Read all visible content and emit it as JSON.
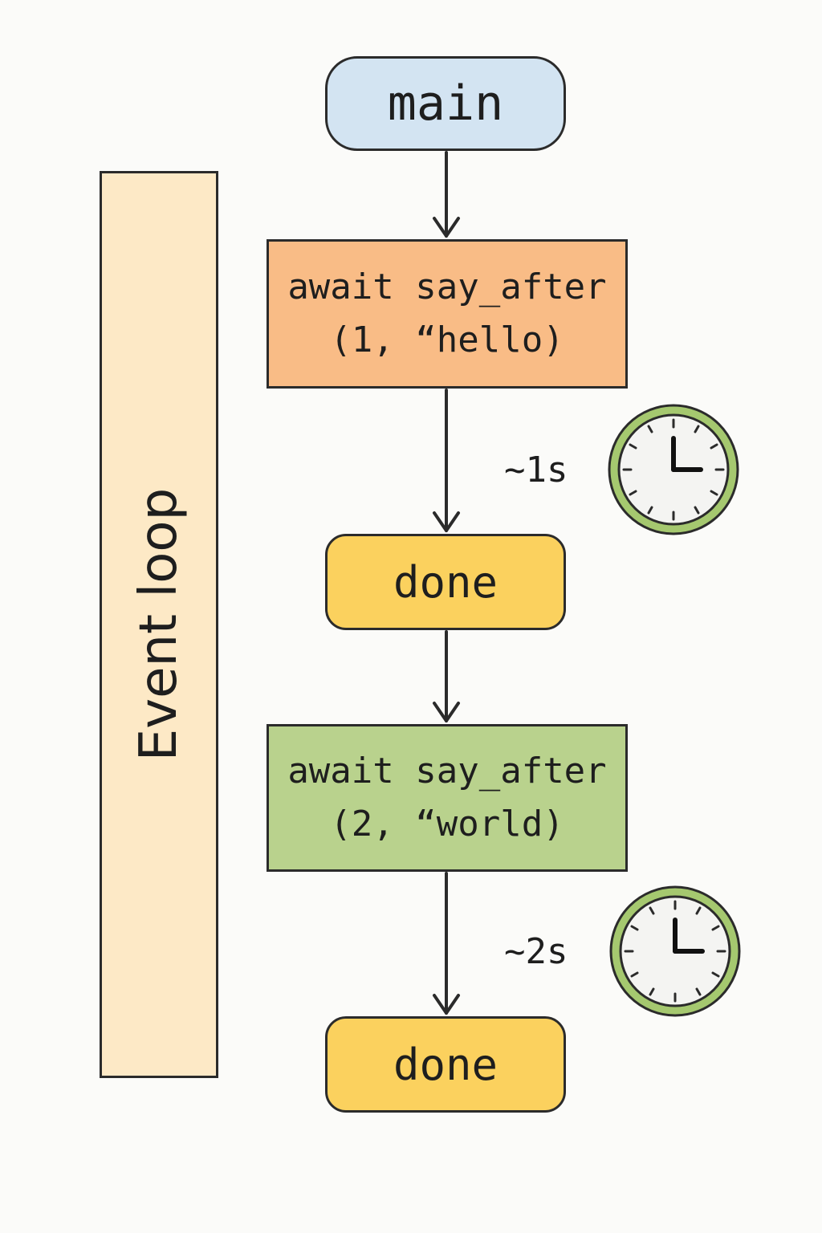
{
  "nodes": {
    "main": "main",
    "step1": {
      "line1": "await say_after",
      "line2": "(1, “hello)"
    },
    "done1": "done",
    "step2": {
      "line1": "await say_after",
      "line2": "(2, “world)"
    },
    "done2": "done"
  },
  "event_loop": {
    "label": "Event loop"
  },
  "delays": {
    "first": "~1s",
    "second": "~2s"
  },
  "icons": {
    "timer": "clock-icon"
  },
  "colors": {
    "main": "#d3e4f2",
    "step1": "#f9bc86",
    "step2": "#b9d28d",
    "done": "#fbd15e",
    "event_loop": "#fde9c6",
    "clock_ring": "#a5c86f"
  }
}
